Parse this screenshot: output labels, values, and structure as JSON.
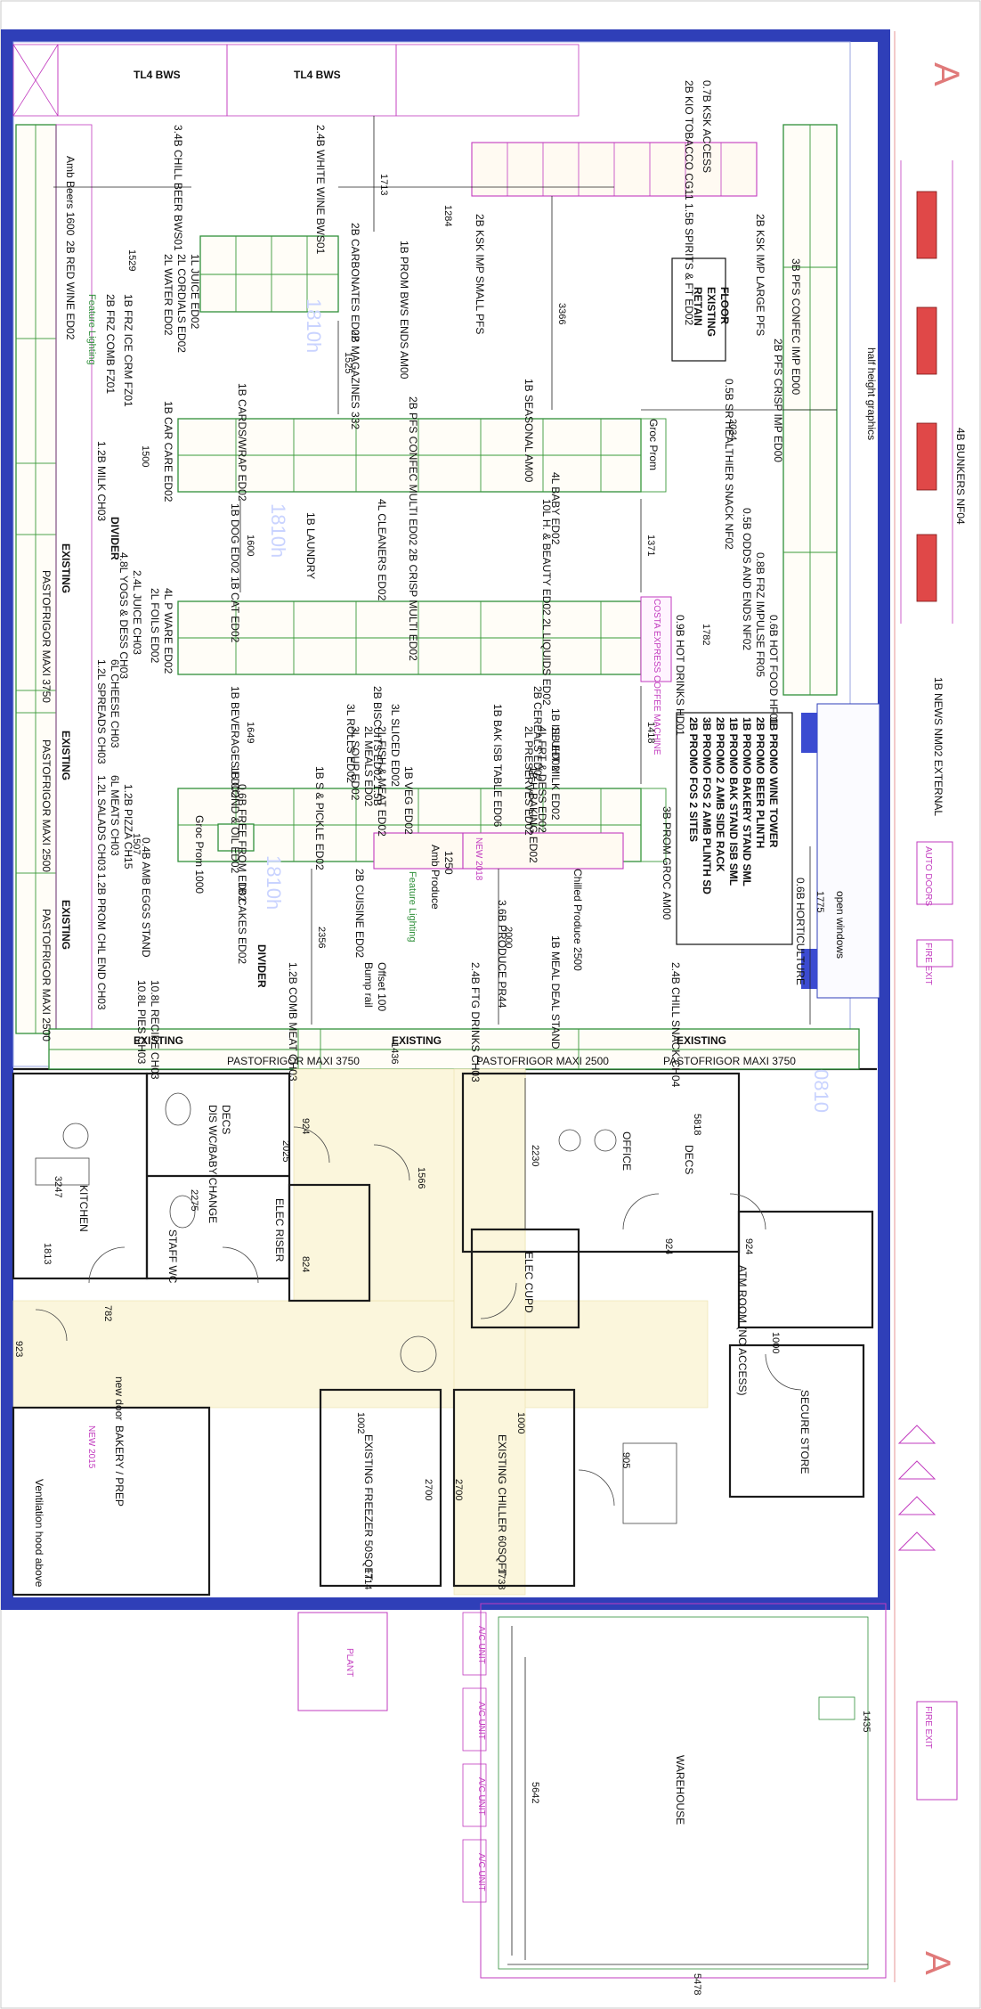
{
  "labels_main": {
    "white_wine": "2.4B WHITE WINE BWS01",
    "chill_beer": "3.4B CHILL BEER BWS01",
    "red_wine": "2B RED WINE ED02",
    "amb_beers": "Amb Beers 1600",
    "kiosk_tobacco": "2B KIO TOBACCO CG11  1.5B SPIRITS & FT ED02",
    "ksk_access": "0.7B KSK ACCESS",
    "carbonates": "2B CARBONATES ED02",
    "prom_bws_ends": "1B PROM BWS ENDS AM00",
    "magazines": "2B MAGAZINES 332",
    "ksk_imp_small": "2B KSK IMP SMALL PFS",
    "ksk_imp_large": "2B KSK IMP LARGE PFS",
    "juice_ed02": "1L JUICE ED02",
    "cordials": "2L CORDIALS ED02",
    "water": "2L WATER ED02",
    "frz_ice_crm": "1B FRZ ICE CRM FZ01",
    "frz_comb": "2B FRZ COMB FZ01",
    "feature_lighting_1": "Feature Lighting",
    "seasonal": "1B SEASONAL AM00",
    "healthier_snack": "0.5B SR HEALTHIER SNACK NF02",
    "retain_floor_1": "RETAIN",
    "retain_floor_2": "EXISTING",
    "retain_floor_3": "FLOOR",
    "cards_wrap": "1B CARDS/WRAP ED02",
    "pfs_confec_multi": "2B PFS CONFEC MULTI ED02  2B CRISP MULTI ED02",
    "car_care": "1B CAR CARE ED02",
    "pfs_crisp_imp": "2B PFS CRISP IMP ED00",
    "pfs_confec_imp": "3B PFS CONFEC IMP ED00",
    "half_height": "half height graphics",
    "milk": "1.2B MILK CH03",
    "dog_cat": "1B DOG ED02   1B CAT ED02",
    "laundry": "1B LAUNDRY",
    "cleaners": "4L CLEANERS ED02",
    "health_beauty": "10L H. & BEAUTY ED02 2L LIQUIDS ED02",
    "baby": "4L BABY ED02",
    "odds_ends": "0.5B ODDS AND ENDS NF02",
    "frz_impulse": "0.8B FRZ IMPULSE FR05",
    "bunkers": "4B BUNKERS NF04",
    "yogs_dess": "4.8L YOGS & DESS CH03",
    "juice_ch03": "2.4L JUICE CH03",
    "divider_1": "DIVIDER",
    "foils": "2L FOILS ED02",
    "p_ware": "4L P WARE ED02",
    "beverages": "1B BEVERAGES ED02",
    "biscuits": "2B BISCUITS ED02  1.5B",
    "cereals": "2B CEREALS ED02",
    "hot_food": "0.6B HOT FOOD HF01",
    "hot_drinks": "0.9B HOT DRINKS HD01",
    "spreads": "1.2L SPREADS CH03",
    "cheese": "6L CHEESE CH03",
    "cakes": "1B CAKES ED02",
    "free_from": "0.6B FREE FROM ED02",
    "rolls": "3L ROLLS ED02",
    "bak_isb_table": "1B BAK ISB TABLE ED06",
    "sliced": "3L SLICED ED02",
    "isb": "1B ISB ED02",
    "soup": "3L SOUP ED02",
    "meals": "2L MEALS ED02",
    "fish_meat": "2L FISH & MEAT ED02",
    "preserves": "2L PRESERVES ED02",
    "frt_dess": "4L FRT & DESS ED02",
    "uht_milk": "1L UHT MILK ED02",
    "salads": "1.2L SALADS CH03",
    "meats": "6L MEATS CH03",
    "cond_oil": "1B COND & OIL ED02",
    "s_pickle": "1B S & PICKLE ED02",
    "veg": "1B VEG ED02",
    "h_baking": "1B H.BAKING ED02",
    "prom_groc": "3B PROM GROC AM00",
    "pizza": "1.2B PIZZA CH15",
    "cuisine": "2B CUISINE ED02",
    "feature_lighting_2": "Feature Lighting",
    "chilled_produce": "Chilled Produce 2500",
    "amb_produce": "Amb Produce",
    "amb_produce_dim": "1250",
    "groc_prom_1": "Groc Prom 1000",
    "groc_prom_2": "Groc Prom",
    "fos_lines": [
      "2B PROMO FOS 2 SITES",
      "3B PROMO FOS 2 AMB PLINTH SD",
      "2B PROMO 2 AMB SIDE RACK",
      "1B PROMO BAK STAND ISB SML",
      "1B PROMO BAKERY STAND SML",
      "2B PROMO BEER PLINTH",
      "1B PROMO WINE TOWER"
    ],
    "news_external": "1B NEWS NM02 EXTERNAL",
    "prom_chl_end": "1.2B PROM CHL END CH03",
    "amb_eggs": "0.4B AMB EGGS STAND",
    "produce": "3.6B PRODUCE PR44",
    "horticulture": "0.6B HORTICULTURE",
    "open_windows": "open windows",
    "pies": "10.8L PIES CH03",
    "recipe": "10.8L RECIPE CH03",
    "divider_2": "DIVIDER",
    "comb_meat": "1.2B COMB MEAT CH03",
    "ftg_drinks": "2.4B FTG DRINKS CH03",
    "meal_deal": "1B MEAL DEAL STAND",
    "chill_snack": "2.4B CHILL SNACK CH04",
    "bump_rail": "Bump rail",
    "offset_100": "Offset 100",
    "new_2018": "NEW 2018",
    "auto_doors": "AUTO DOORS",
    "fire_exit": "FIRE EXIT",
    "tl4_bws_1": "TL4 BWS",
    "tl4_bws_2": "TL4 BWS",
    "coffee_machine": "COSTA EXPRESS COFFEE MACHINE"
  },
  "cases": [
    {
      "label": "PASTOFRIGOR MAXI 3750",
      "status": "EXISTING"
    },
    {
      "label": "PASTOFRIGOR MAXI 2500",
      "status": "EXISTING"
    },
    {
      "label": "PASTOFRIGOR MAXI 2500",
      "status": "EXISTING"
    },
    {
      "label": "PASTOFRIGOR MAXI 3750",
      "status": "EXISTING"
    },
    {
      "label": "PASTOFRIGOR MAXI 2500",
      "status": "EXISTING"
    },
    {
      "label": "PASTOFRIGOR MAXI 3750",
      "status": "EXISTING"
    }
  ],
  "rooms": {
    "kitchen": "KITCHEN",
    "staff_wc": "STAFF WC",
    "dis_wc": "DIS WC/BABY CHANGE",
    "elec_riser": "ELEC RISER",
    "elec_cupd": "ELEC CUPD",
    "office": "OFFICE",
    "atm_room": "ATM ROOM (NO ACCESS)",
    "bakery_prep": "BAKERY / PREP",
    "new_door": "new door",
    "new_2015": "NEW 2015",
    "freezer": "EXISTING FREEZER 50SQFT",
    "chiller": "EXISTING CHILLER 60SQFT",
    "secure_store": "SECURE STORE",
    "warehouse": "WAREHOUSE",
    "plant": "PLANT",
    "ac_unit": "A/C UNIT",
    "decs": "DECS",
    "ventilation": "Ventilation hood above"
  },
  "dimensions": [
    "1713",
    "1284",
    "3366",
    "1529",
    "1525",
    "1600",
    "1500",
    "2034",
    "1371",
    "1782",
    "1418",
    "1649",
    "1507",
    "2356",
    "2000",
    "1436",
    "1775",
    "5818",
    "2230",
    "1566",
    "2025",
    "924",
    "2275",
    "3247",
    "1813",
    "824",
    "782",
    "923",
    "924",
    "924",
    "1000",
    "1002",
    "1000",
    "2700",
    "2700",
    "1714",
    "1738",
    "905",
    "5642",
    "5478",
    "1435"
  ],
  "colors": {
    "wall_blue": "#2f3fb8",
    "fixture_green": "#2f8f3a",
    "fixture_magenta": "#c23bbf",
    "bunker_red": "#e04848",
    "floor_tile": "#fbf6dc"
  }
}
